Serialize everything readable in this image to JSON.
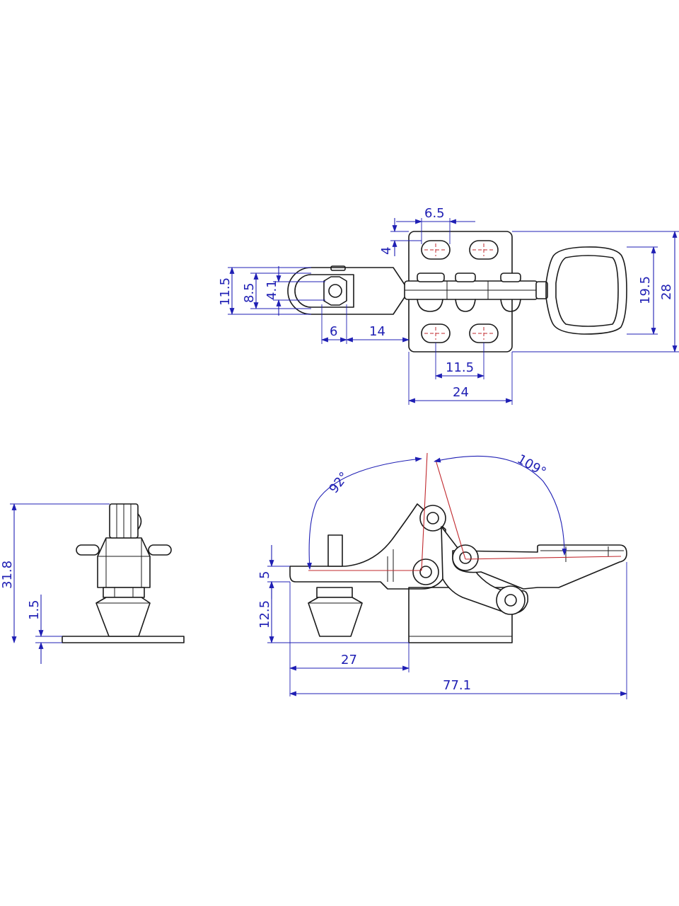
{
  "dimensions": {
    "top_view": {
      "slot_pitch_small": "6.5",
      "slot_offset": "4",
      "arm_width_outer": "11.5",
      "arm_width_inner": "8.5",
      "spindle_width": "4.1",
      "spindle_offset": "6",
      "arm_to_base": "14",
      "handle_width": "19.5",
      "base_height": "28",
      "hole_spacing": "11.5",
      "base_width": "24"
    },
    "end_view": {
      "overall_height": "31.8",
      "base_thickness": "1.5"
    },
    "side_view": {
      "open_angle_arm": "92°",
      "open_angle_handle": "109°",
      "arm_thickness": "5",
      "arm_height": "12.5",
      "reach": "27",
      "overall_length": "77.1"
    }
  },
  "colors": {
    "outline": "#1a1a1a",
    "dimension": "#1f1fb4",
    "centerline": "#c0282d"
  }
}
